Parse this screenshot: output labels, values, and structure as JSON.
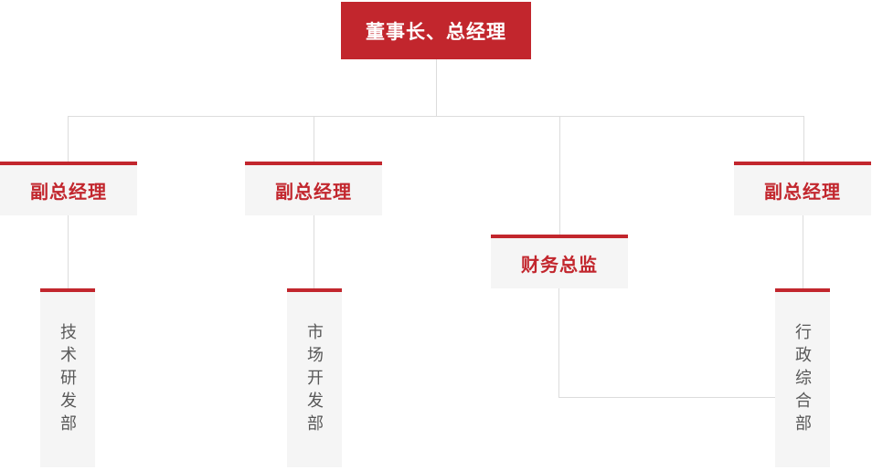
{
  "org_chart": {
    "root": {
      "label": "董事长、总经理"
    },
    "level2": [
      {
        "id": "vp-left",
        "label": "副总经理"
      },
      {
        "id": "vp-middle",
        "label": "副总经理"
      },
      {
        "id": "cfo",
        "label": "财务总监"
      },
      {
        "id": "vp-right",
        "label": "副总经理"
      }
    ],
    "departments": [
      {
        "id": "dept-tech",
        "label": "技术研发部"
      },
      {
        "id": "dept-market",
        "label": "市场开发部"
      },
      {
        "id": "dept-admin",
        "label": "行政综合部"
      }
    ],
    "colors": {
      "primary_red": "#c2262d",
      "box_bg": "#f5f5f5",
      "line": "#dcdcdc",
      "dept_text": "#595959",
      "root_text": "#ffffff",
      "page_bg": "#ffffff"
    }
  }
}
